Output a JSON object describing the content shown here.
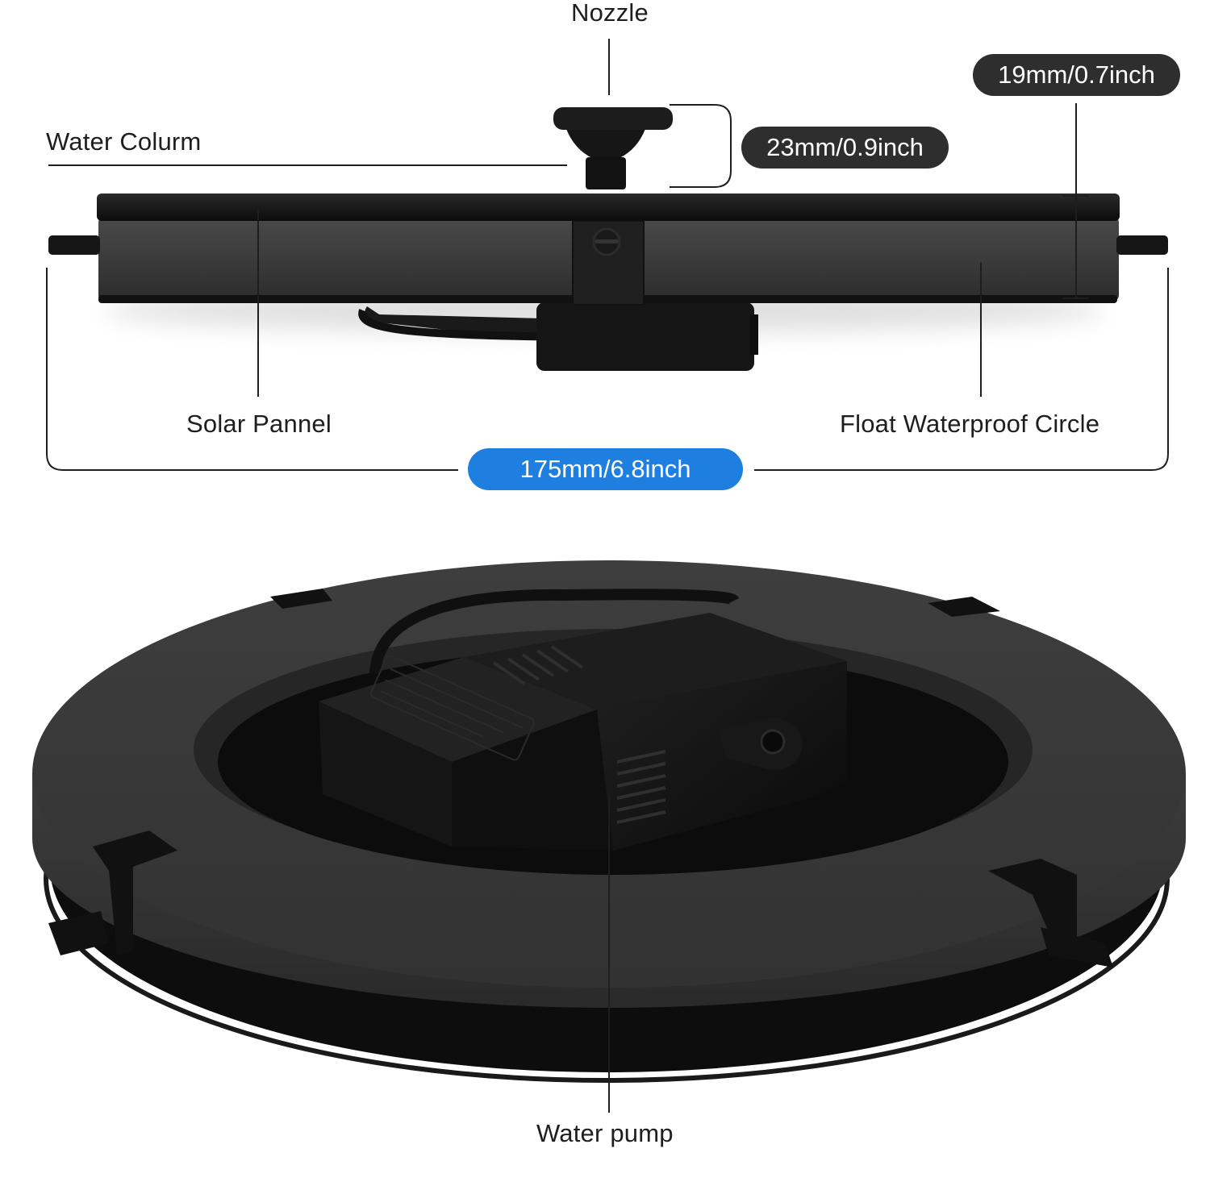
{
  "labels": {
    "nozzle": "Nozzle",
    "water_column": "Water Colurm",
    "solar_panel": "Solar Pannel",
    "float_circle": "Float Waterproof Circle",
    "water_pump": "Water pump"
  },
  "dimensions": {
    "nozzle_height": "23mm/0.9inch",
    "float_thickness": "19mm/0.7inch",
    "diameter": "175mm/6.8inch"
  },
  "colors": {
    "dimension_pill": "#2e2e2e",
    "diameter_pill": "#1f7fe0",
    "product_dark": "#141414",
    "foam": "#3a3a3a",
    "leader_lines": "#1e1e1e"
  },
  "icons": {
    "pump_marking": "IP68-waterproof-icon"
  }
}
